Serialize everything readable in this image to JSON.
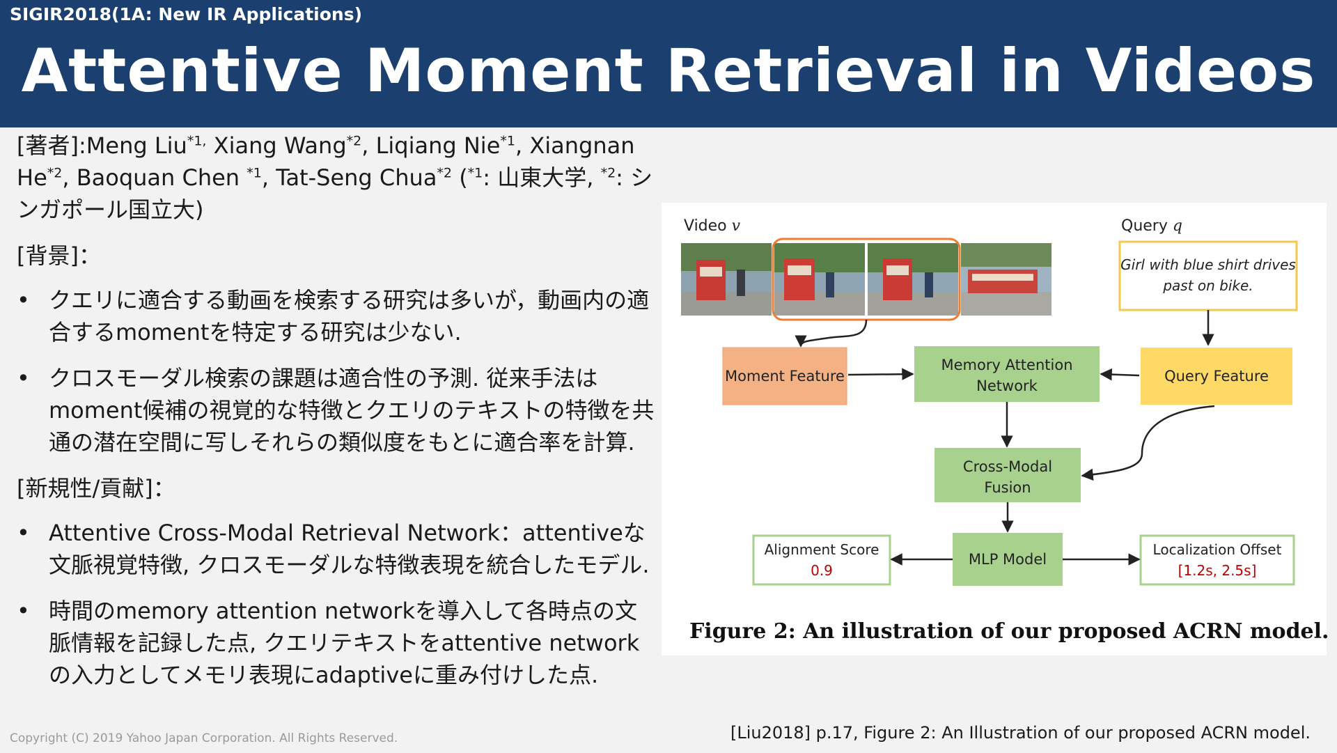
{
  "header": {
    "conference": "SIGIR2018(1A: New IR Applications)",
    "title": "Attentive Moment Retrieval in Videos"
  },
  "authors": {
    "label": "[著者]:",
    "a1_name": "Meng Liu",
    "a1_sup": "*1,",
    "a2_name": " Xiang Wang",
    "a2_sup": "*2",
    "a3_name": ", Liqiang Nie",
    "a3_sup": "*1",
    "a4_name": ", Xiangnan He",
    "a4_sup": "*2",
    "a5_name": ", Baoquan Chen ",
    "a5_sup": "*1",
    "a6_name": ", Tat-Seng Chua",
    "a6_sup": "*2",
    "aff1_open": " (",
    "aff1_sup": "*1",
    "aff1_text": ": 山東大学, ",
    "aff2_sup": "*2",
    "aff2_text": ": シンガポール国立大)"
  },
  "background": {
    "heading": "[背景]：",
    "bullets": [
      "クエリに適合する動画を検索する研究は多いが，動画内の適合するmomentを特定する研究は少ない.",
      "クロスモーダル検索の課題は適合性の予測. 従来手法はmoment候補の視覚的な特徴とクエリのテキストの特徴を共通の潜在空間に写しそれらの類似度をもとに適合率を計算."
    ]
  },
  "contribution": {
    "heading": "[新規性/貢献]：",
    "bullets": [
      "Attentive Cross-Modal Retrieval Network：attentiveな文脈視覚特徴, クロスモーダルな特徴表現を統合したモデル.",
      "時間のmemory attention networkを導入して各時点の文脈情報を記録した点, クエリテキストをattentive networkの入力としてメモリ表現にadaptiveに重み付けした点."
    ]
  },
  "bullet_symbol": "•",
  "figure": {
    "video_label": "Video",
    "video_var": "v",
    "query_label": "Query",
    "query_var": "q",
    "query_text_line1": "Girl with blue shirt drives",
    "query_text_line2": "past on bike.",
    "moment_feature": "Moment Feature",
    "memory_attention_line1": "Memory Attention",
    "memory_attention_line2": "Network",
    "query_feature": "Query Feature",
    "cross_modal_line1": "Cross-Modal",
    "cross_modal_line2": "Fusion",
    "mlp": "MLP Model",
    "alignment_label": "Alignment Score",
    "alignment_value": "0.9",
    "localization_label": "Localization Offset",
    "localization_value": "[1.2s, 2.5s]",
    "caption": "Figure 2: An illustration of our proposed ACRN model."
  },
  "source": "[Liu2018] p.17, Figure 2: An Illustration of our proposed ACRN model.",
  "copyright": "Copyright (C) 2019 Yahoo Japan Corporation. All Rights Reserved.",
  "colors": {
    "header_bg": "#1b3f6e",
    "moment_box": "#f4b183",
    "green_box": "#a9d18e",
    "query_box": "#ffd966",
    "query_border": "#f2c94c",
    "highlight_border": "#ed7d31",
    "value_red": "#c00000"
  }
}
